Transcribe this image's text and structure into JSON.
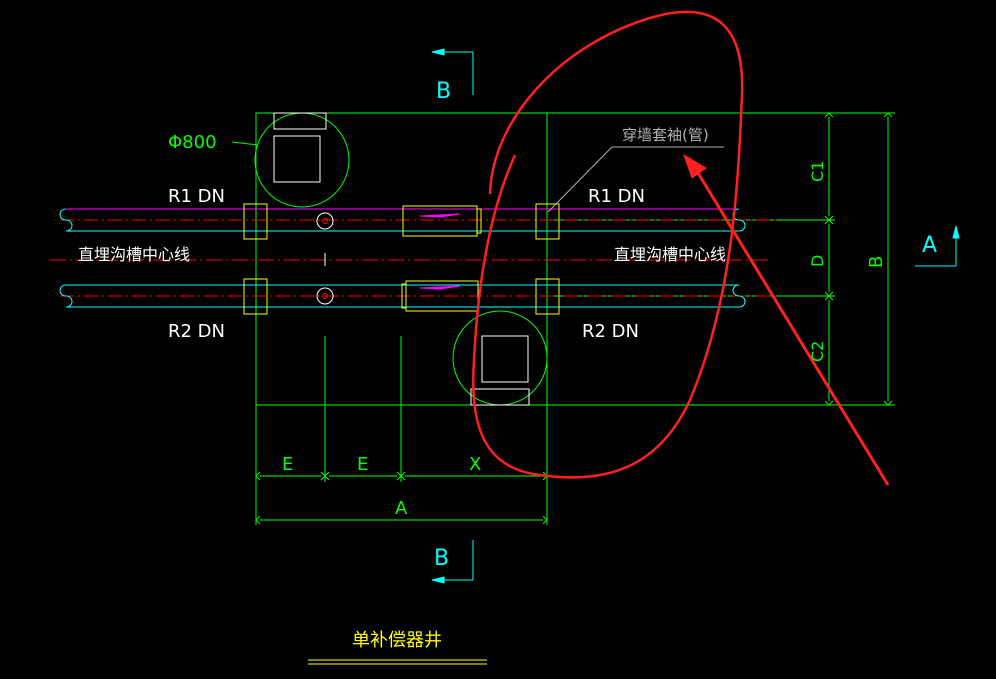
{
  "colors": {
    "background": "#000000",
    "outline": "#00ff00",
    "cyan": "#00ffff",
    "magenta": "#ff00ff",
    "red": "#ff0000",
    "yellow": "#ffff00",
    "white": "#ffffff",
    "annotation_red": "#ff2020",
    "gray_text": "#b0b0b0"
  },
  "labels": {
    "section_b_top": "B",
    "section_b_bottom": "B",
    "section_a": "A",
    "diameter": "Φ800",
    "r1_left": "R1 DN",
    "r1_right": "R1 DN",
    "r2_left": "R2 DN",
    "r2_right": "R2 DN",
    "trench_left": "直埋沟槽中心线",
    "trench_right": "直埋沟槽中心线",
    "sleeve": "穿墙套袖(管)",
    "dim_c1": "C1",
    "dim_d": "D",
    "dim_c2": "C2",
    "dim_b": "B",
    "dim_e1": "E",
    "dim_e2": "E",
    "dim_x": "X",
    "dim_a": "A",
    "title": "单补偿器井"
  }
}
